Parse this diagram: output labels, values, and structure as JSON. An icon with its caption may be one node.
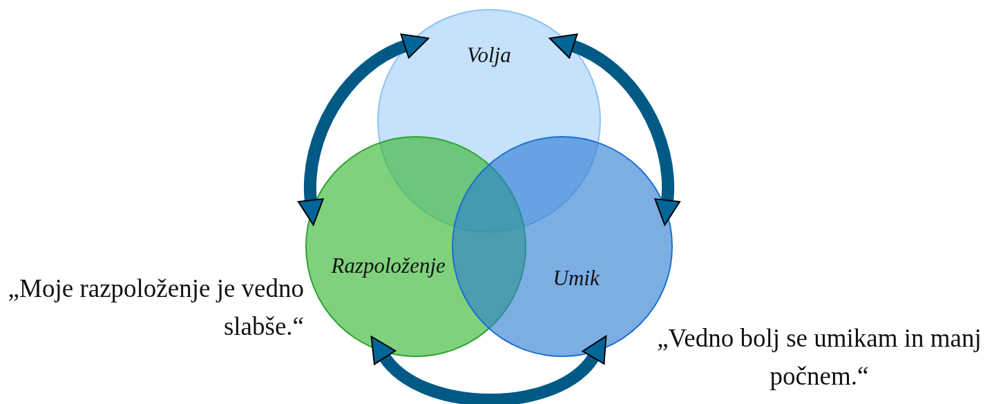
{
  "diagram": {
    "nodes": [
      {
        "text": [
          "Volja"
        ]
      },
      {
        "text": [
          "Razpoloženje"
        ]
      },
      {
        "text": [
          "Umik"
        ]
      }
    ],
    "edges": [
      {
        "from": 0,
        "to": 1,
        "arrow": "both"
      },
      {
        "from": 0,
        "to": 2,
        "arrow": "both"
      },
      {
        "from": 1,
        "to": 2,
        "arrow": "both"
      }
    ],
    "labels": [
      "„Moje razpoloženje je vedno slabše.“",
      "„Vedno bolj se umikam in manj počnem.“"
    ]
  }
}
